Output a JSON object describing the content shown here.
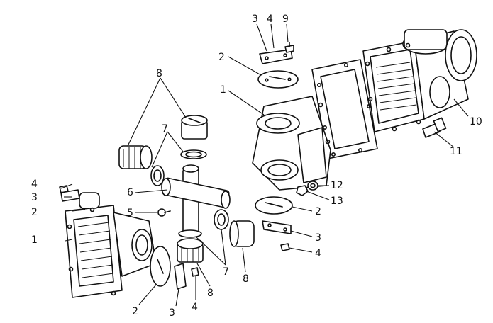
{
  "labels": {
    "top_3": "3",
    "top_4": "4",
    "top_9": "9",
    "top_2": "2",
    "top_1": "1",
    "ctr_8": "8",
    "ctr_7": "7",
    "ctr_6": "6",
    "ctr_5": "5",
    "left_4": "4",
    "left_3": "3",
    "left_2": "2",
    "left_1": "1",
    "right_10": "10",
    "right_11": "11",
    "right_12": "12",
    "right_13": "13",
    "mid_2": "2",
    "mid_3": "3",
    "mid_4": "4",
    "bot_7": "7",
    "bot_8a": "8",
    "bot_8b": "8",
    "bot_2": "2",
    "bot_3": "3",
    "bot_4": "4"
  }
}
